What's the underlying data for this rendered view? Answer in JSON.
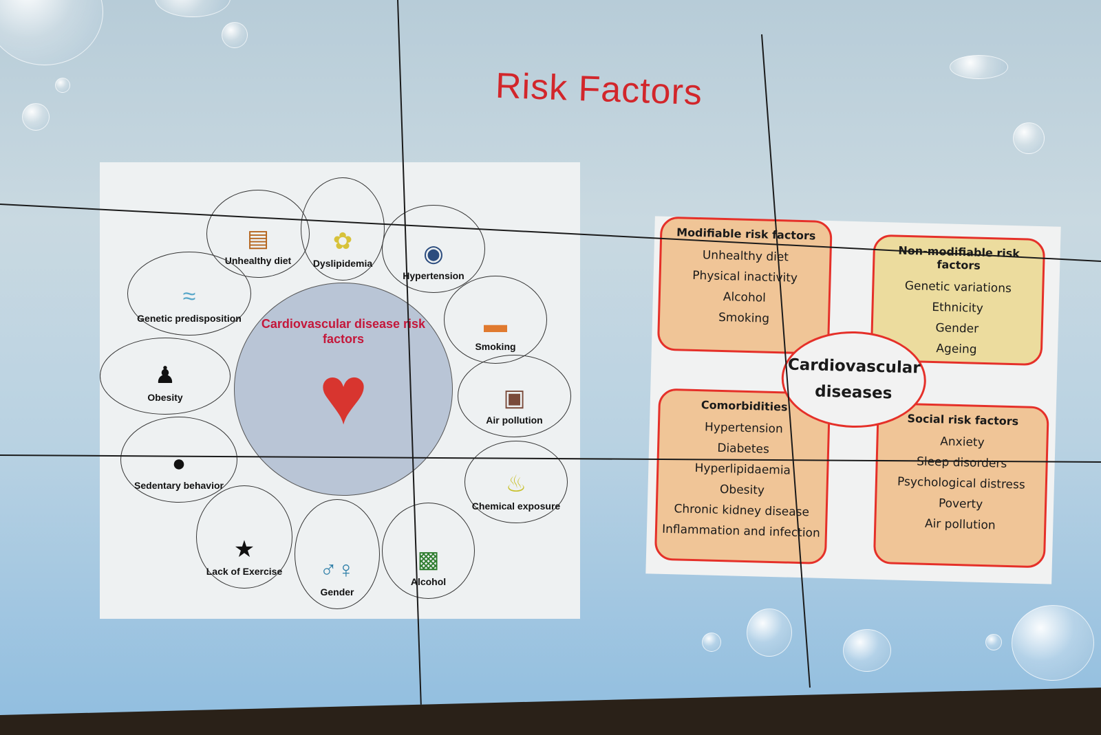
{
  "slide": {
    "title": "Risk Factors"
  },
  "left_diagram": {
    "center_title": "Cardiovascular disease risk factors",
    "factors": [
      {
        "label": "Unhealthy diet",
        "icon": "burger-icon"
      },
      {
        "label": "Dyslipidemia",
        "icon": "lipid-icon"
      },
      {
        "label": "Hypertension",
        "icon": "blood-pressure-icon"
      },
      {
        "label": "Smoking",
        "icon": "cigarette-icon"
      },
      {
        "label": "Air pollution",
        "icon": "factory-icon"
      },
      {
        "label": "Chemical exposure",
        "icon": "sprayer-icon"
      },
      {
        "label": "Alcohol",
        "icon": "bottles-icon"
      },
      {
        "label": "Gender",
        "icon": "man-woman-icon"
      },
      {
        "label": "Lack of Exercise",
        "icon": "runner-icon"
      },
      {
        "label": "Sedentary behavior",
        "icon": "person-sitting-icon"
      },
      {
        "label": "Obesity",
        "icon": "person-icon"
      },
      {
        "label": "Genetic predisposition",
        "icon": "dna-icon"
      }
    ]
  },
  "right_diagram": {
    "center": "Cardiovascular diseases",
    "modifiable": {
      "title": "Modifiable risk factors",
      "items": [
        "Unhealthy diet",
        "Physical inactivity",
        "Alcohol",
        "Smoking"
      ]
    },
    "non_modifiable": {
      "title": "Non-modifiable risk factors",
      "items": [
        "Genetic variations",
        "Ethnicity",
        "Gender",
        "Ageing"
      ]
    },
    "comorbidities": {
      "title": "Comorbidities",
      "items": [
        "Hypertension",
        "Diabetes",
        "Hyperlipidaemia",
        "Obesity",
        "Chronic kidney disease",
        "Inflammation and infection"
      ]
    },
    "social": {
      "title": "Social risk factors",
      "items": [
        "Anxiety",
        "Sleep disorders",
        "Psychological distress",
        "Poverty",
        "Air pollution"
      ]
    }
  },
  "colors": {
    "title": "#d2262b",
    "box_border": "#e53029",
    "box_fill": "#f0c597",
    "box_fill_alt": "#ecdc9e"
  }
}
